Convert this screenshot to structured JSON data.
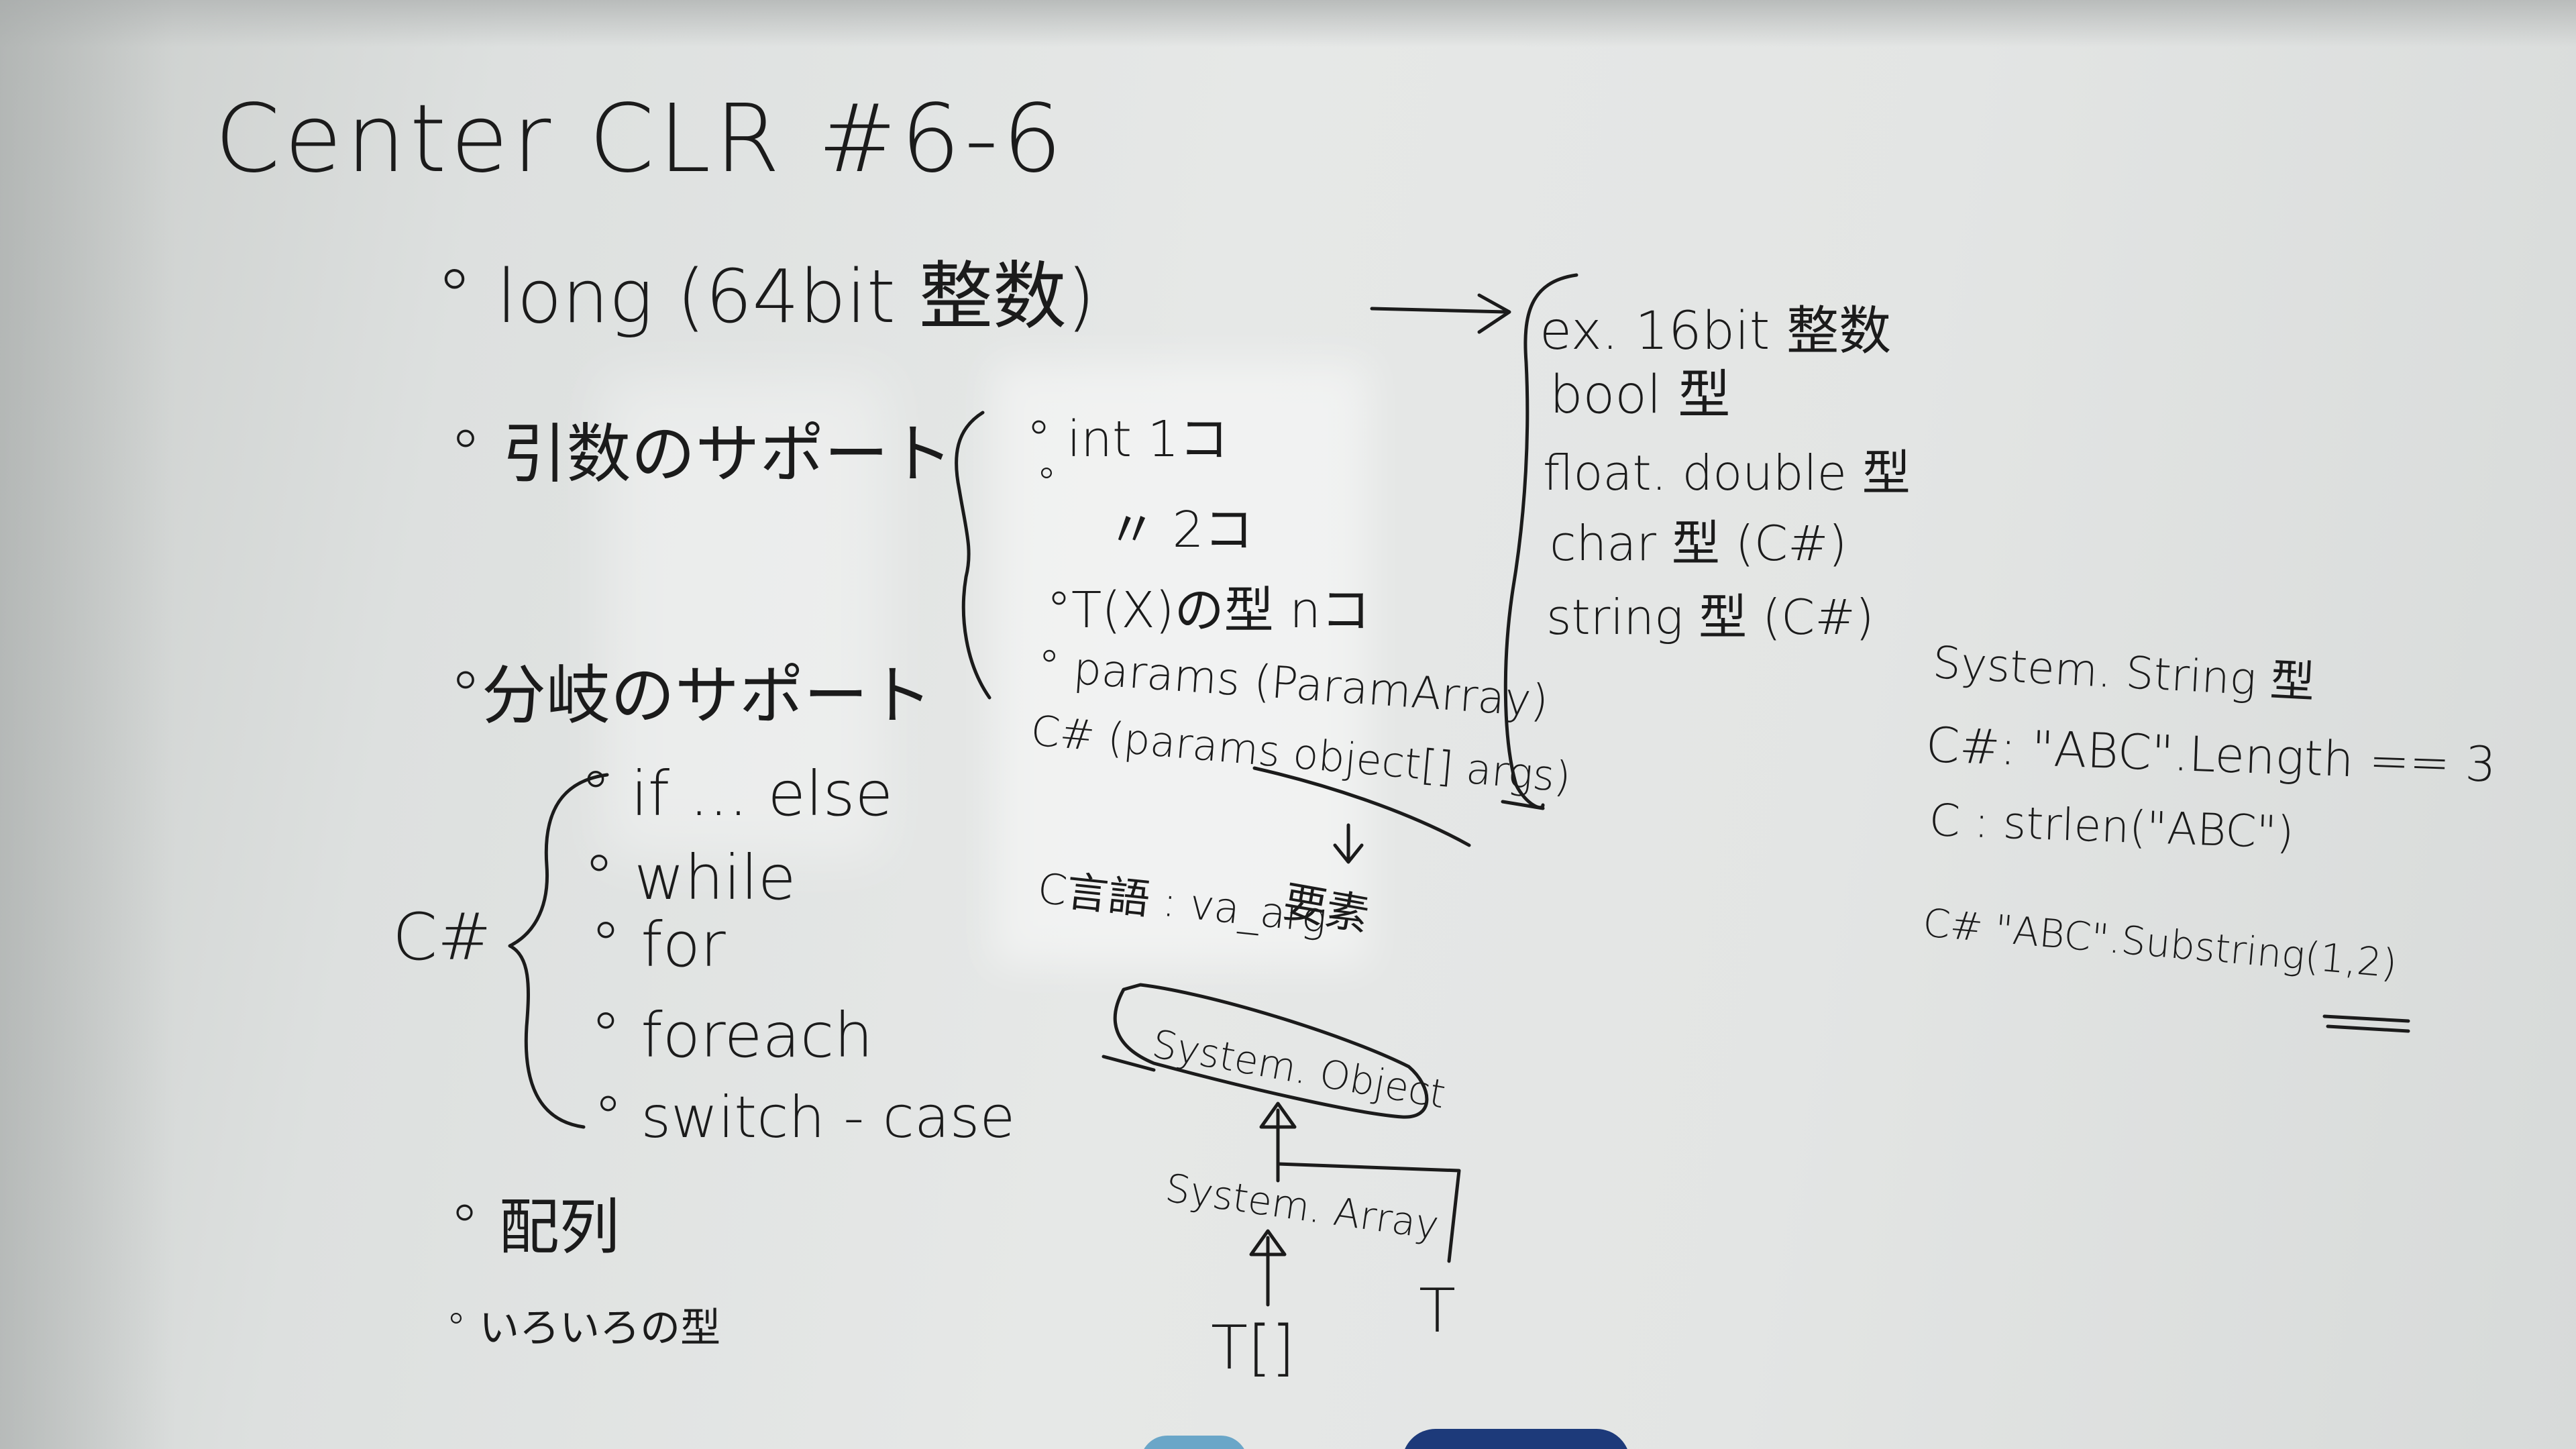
{
  "board": {
    "title": "Center CLR #6-6"
  },
  "left_column": {
    "long": "° long (64bit 整数)",
    "args": "° 引数のサポート",
    "branch": "°分岐のサポート",
    "csharp_label": "C#",
    "branch_items": [
      "° if ... else",
      "° while",
      "° for",
      "° foreach",
      "° switch - case"
    ],
    "array": "° 配列",
    "other_types": "° いろいろの型"
  },
  "middle_column": {
    "arg_items": [
      "° int 1コ",
      "°",
      "〃 2コ",
      "°T(X)の型 nコ",
      "° params (ParamArray)"
    ],
    "csharp_params": "C# (params object[] args)",
    "annotation": "要素",
    "c_vararg": "C言語 : va_arg"
  },
  "type_list": {
    "items": [
      "ex. 16bit 整数",
      "bool 型",
      "float. double 型",
      "char 型 (C#)",
      "string 型 (C#)"
    ]
  },
  "string_notes": {
    "header": "System. String 型",
    "lines": [
      "C#: \"ABC\".Length == 3",
      "C : strlen(\"ABC\")",
      "C# \"ABC\".Substring(1,2)"
    ]
  },
  "hierarchy": {
    "root": "System. Object",
    "child": "System. Array",
    "array_type": "T[]",
    "generic_type": "T"
  }
}
